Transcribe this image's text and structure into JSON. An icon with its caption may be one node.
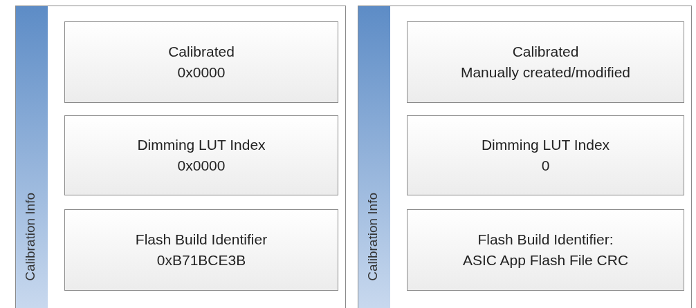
{
  "diagram": {
    "nodes": [
      {
        "text": [
          "Calibration Info"
        ]
      },
      {
        "text": [
          "Calibrated",
          "0x0000"
        ],
        "in": 0
      },
      {
        "text": [
          "Dimming LUT Index",
          "0x0000"
        ],
        "in": 0
      },
      {
        "text": [
          "Flash Build Identifier",
          "0xB71BCE3B"
        ],
        "in": 0
      },
      {
        "text": [
          "Calibration Info"
        ]
      },
      {
        "text": [
          "Calibrated",
          "Manually created/modified"
        ],
        "in": 4
      },
      {
        "text": [
          "Dimming LUT Index",
          "0"
        ],
        "in": 4
      },
      {
        "text": [
          "Flash Build Identifier:",
          "ASIC App Flash File CRC"
        ],
        "in": 4
      }
    ]
  }
}
